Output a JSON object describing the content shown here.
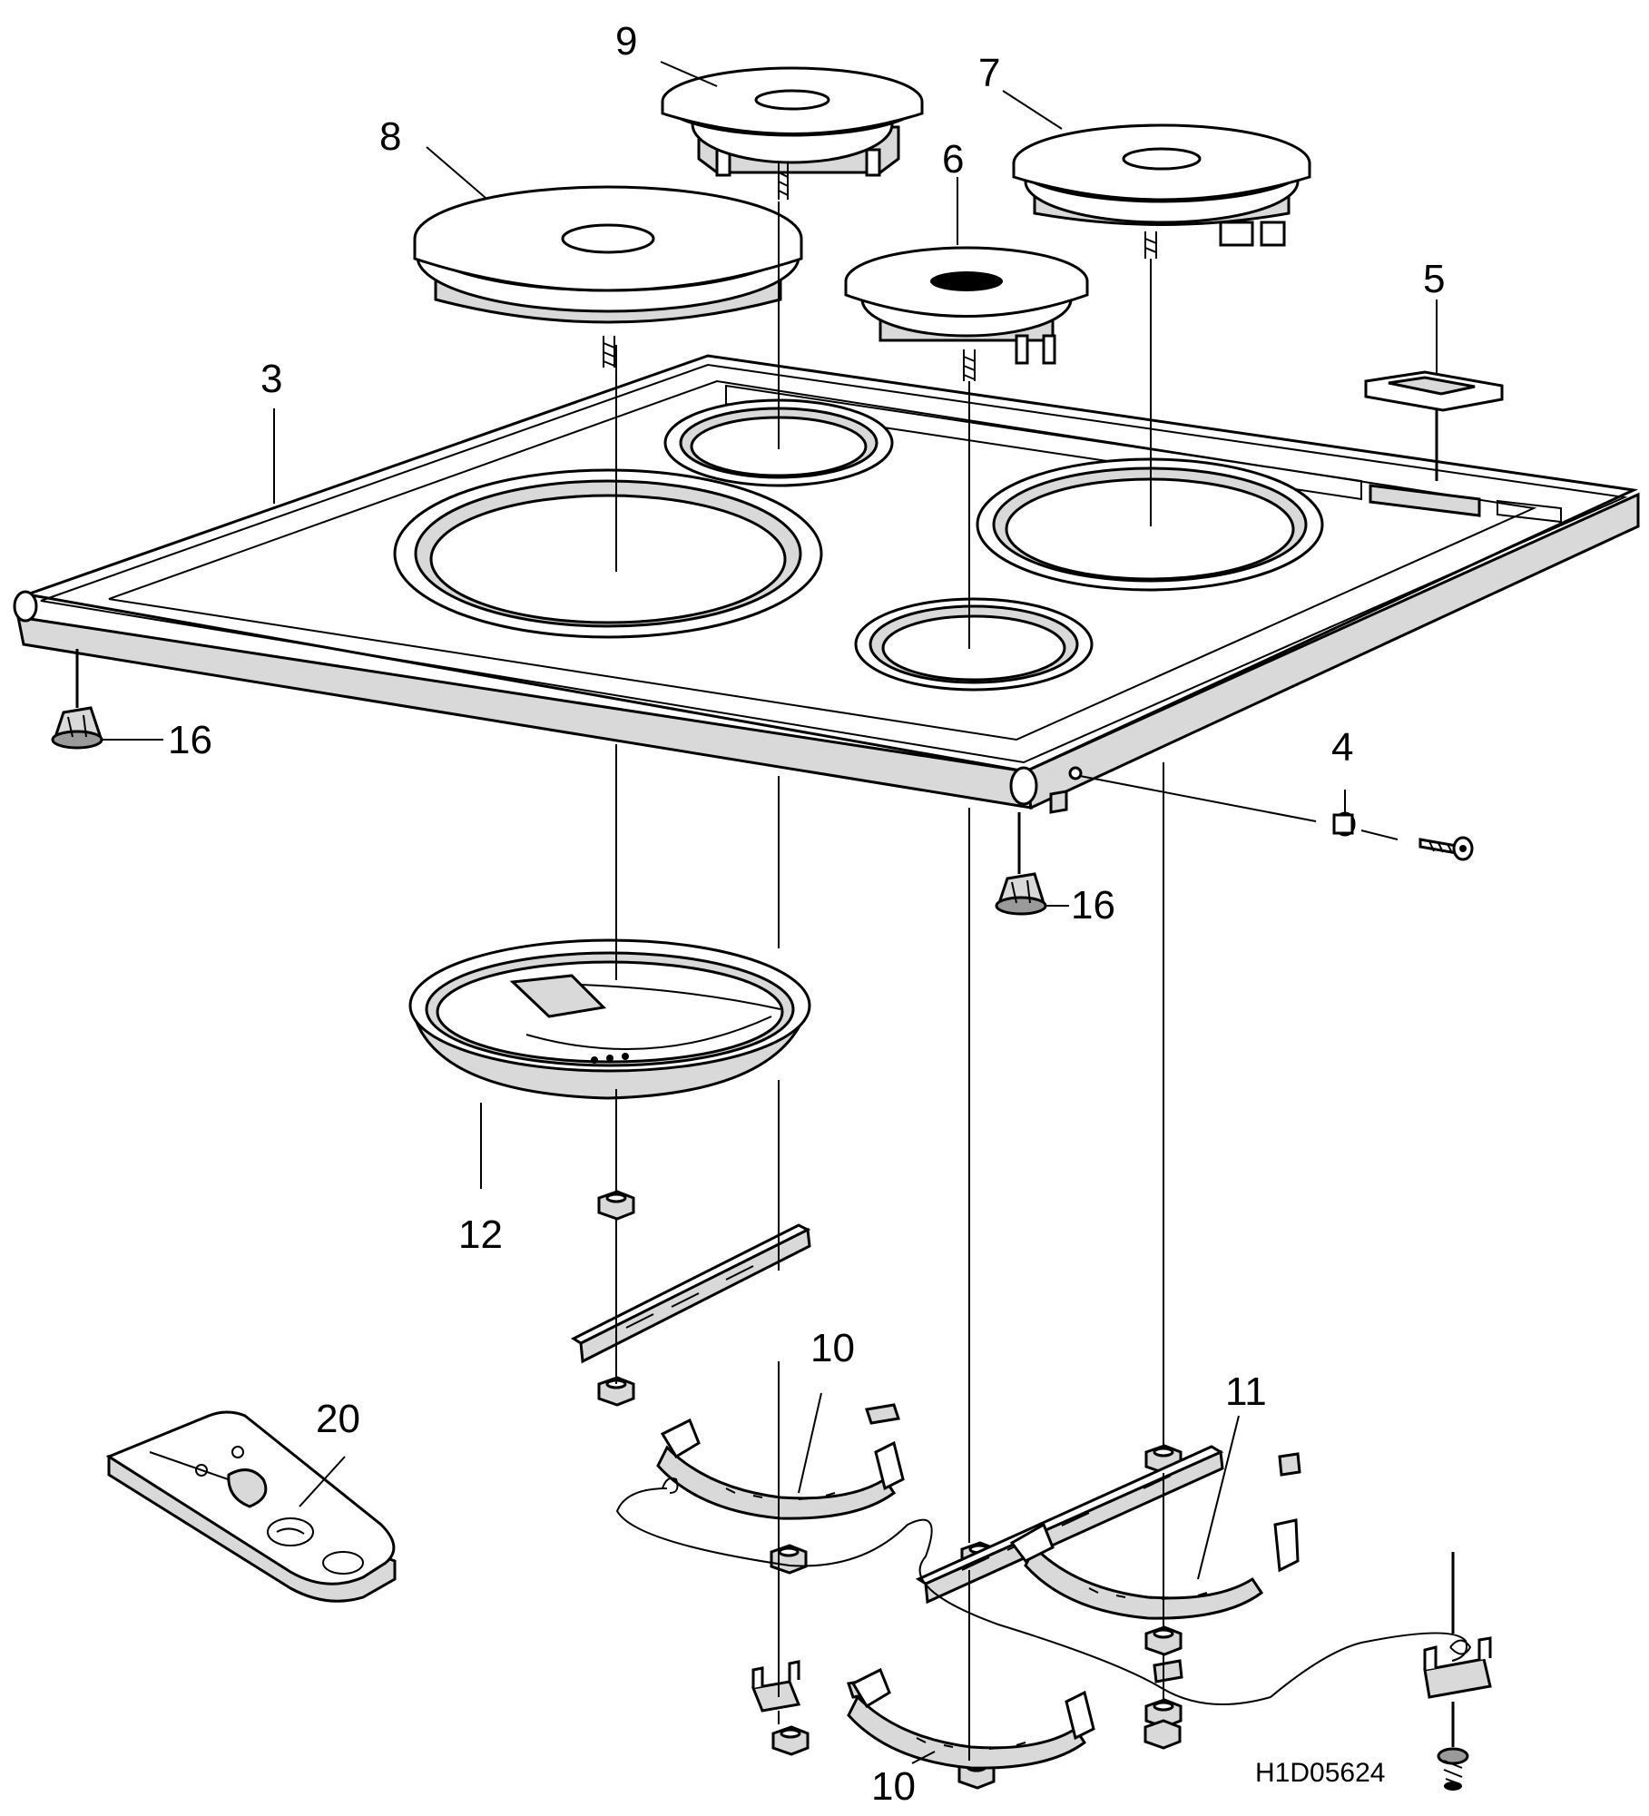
{
  "drawing_code": "H1D05624",
  "callouts": [
    "3",
    "4",
    "5",
    "6",
    "7",
    "8",
    "9",
    "10",
    "10",
    "11",
    "12",
    "16",
    "16",
    "20"
  ]
}
